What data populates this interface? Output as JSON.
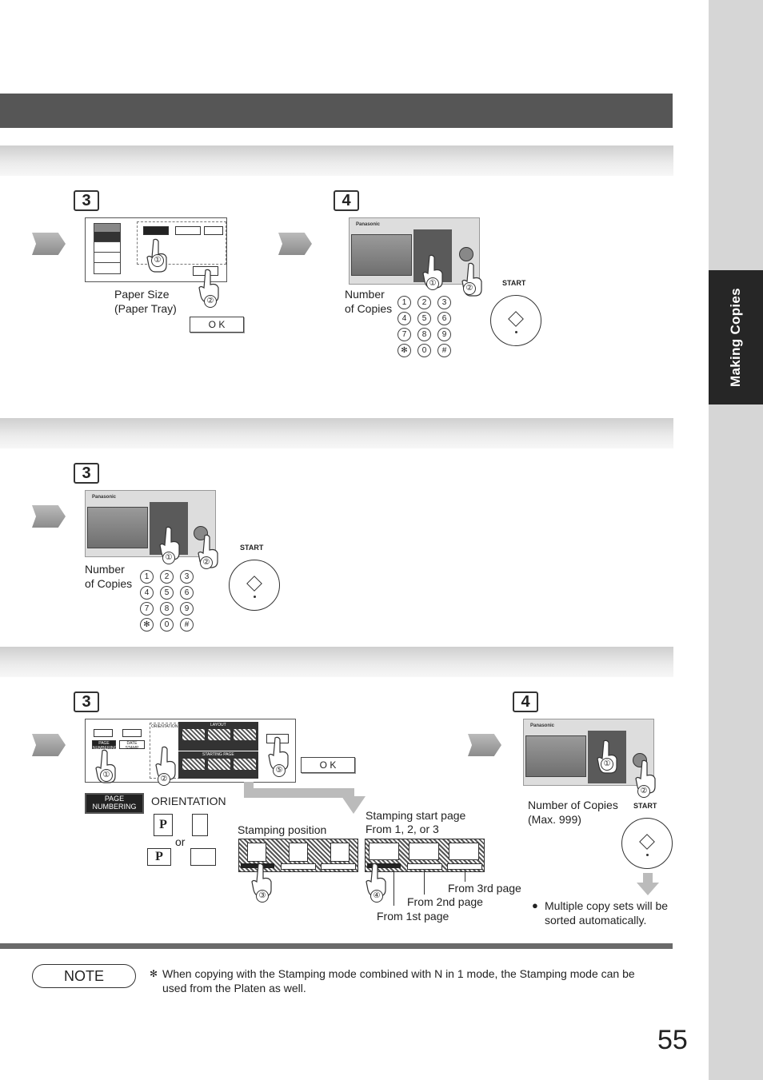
{
  "sidebar": {
    "tab_label": "Making Copies"
  },
  "section1": {
    "step3": {
      "num": "3",
      "label_line1": "Paper Size",
      "label_line2": "(Paper Tray)",
      "ok": "O K",
      "callouts": [
        "①",
        "②"
      ]
    },
    "step4": {
      "num": "4",
      "label_line1": "Number",
      "label_line2": "of Copies",
      "start": "START",
      "callouts": [
        "①",
        "②"
      ]
    }
  },
  "section2": {
    "step3": {
      "num": "3",
      "label_line1": "Number",
      "label_line2": "of Copies",
      "start": "START",
      "callouts": [
        "①",
        "②"
      ]
    }
  },
  "section3": {
    "step3": {
      "num": "3",
      "page_numbering": "PAGE NUMBERING",
      "orientation": "ORIENTATION",
      "or": "or",
      "stamping_position": "Stamping position",
      "stamping_start_line1": "Stamping start page",
      "stamping_start_line2": "From 1, 2, or 3",
      "from_3rd": "From 3rd page",
      "from_2nd": "From 2nd page",
      "from_1st": "From 1st page",
      "ok": "O K",
      "panel_orientation": "ORIENTATION",
      "panel_layout": "LAYOUT",
      "panel_starting": "STARTING PAGE",
      "panel_date_stamp": "DATE STAMP",
      "panel_page_num": "PAGE NUMBERING",
      "callouts": [
        "①",
        "②",
        "③",
        "④",
        "⑤"
      ]
    },
    "step4": {
      "num": "4",
      "label_line1": "Number of Copies",
      "label_line2": "(Max. 999)",
      "start": "START",
      "bullet": "●",
      "note_line1": "Multiple copy sets will be",
      "note_line2": "sorted automatically.",
      "callouts": [
        "①",
        "②"
      ]
    }
  },
  "keypad": [
    "1",
    "2",
    "3",
    "4",
    "5",
    "6",
    "7",
    "8",
    "9",
    "✻",
    "0",
    "#"
  ],
  "note": {
    "badge": "NOTE",
    "mark": "✻",
    "line1": "When copying with the Stamping mode combined with N in 1 mode, the Stamping mode can be",
    "line2": "used from the Platen as well."
  },
  "page_number": "55",
  "brand": "Panasonic"
}
